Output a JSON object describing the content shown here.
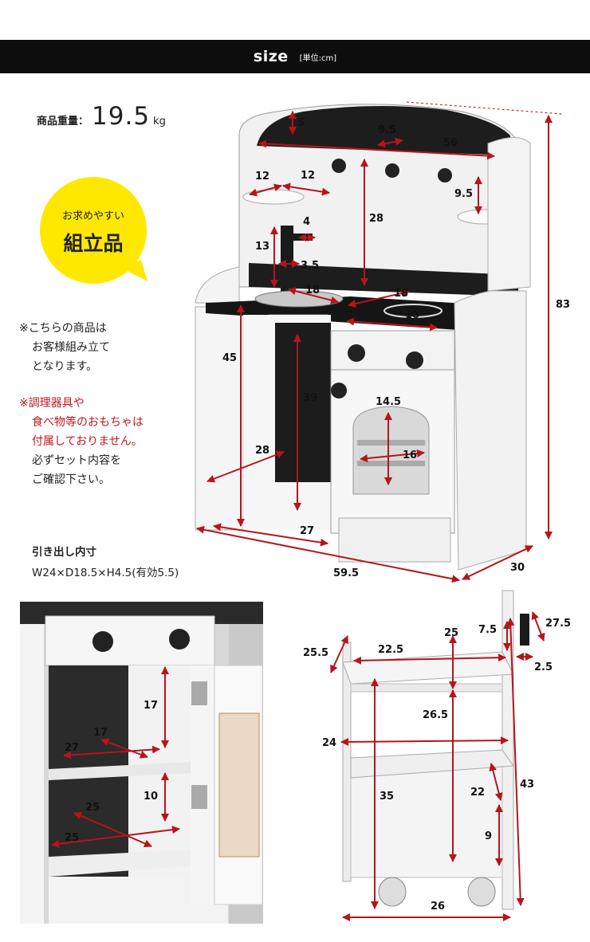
{
  "header": {
    "title": "size",
    "unit": "[単位:cm]"
  },
  "weight": {
    "label": "商品重量：",
    "value": "19.5",
    "unit": "kg"
  },
  "badge": {
    "line1": "お求めやすい",
    "line2": "組立品"
  },
  "note1": [
    "※こちらの商品は",
    "お客様組み立て",
    "となります。"
  ],
  "note2_red": [
    "※調理器具や",
    "食べ物等のおもちゃは",
    "付属しておりません。"
  ],
  "note2_black": [
    "必ずセット内容を",
    "ご確認下さい。"
  ],
  "drawer_spec": {
    "title": "引き出し内寸",
    "dims": "W24×D18.5×H4.5(有効5.5)"
  },
  "main_dims": {
    "d5": "5",
    "d9_5a": "9.5",
    "d56": "56",
    "d12a": "12",
    "d12b": "12",
    "d9_5b": "9.5",
    "d4": "4",
    "d28a": "28",
    "d13": "13",
    "d3_5": "3.5",
    "d18a": "18",
    "d18b": "18",
    "d18c": "18",
    "d45": "45",
    "d39": "39",
    "d14_5": "14.5",
    "d16": "16",
    "d28b": "28",
    "d27": "27",
    "d83": "83",
    "d59_5": "59.5",
    "d30": "30"
  },
  "inner_dims": {
    "d17a": "17",
    "d17b": "17",
    "d27": "27",
    "d10": "10",
    "d25a": "25",
    "d25b": "25"
  },
  "wagon_dims": {
    "d25_5": "25.5",
    "d25": "25",
    "d22_5": "22.5",
    "d7_5": "7.5",
    "d27_5": "27.5",
    "d2_5": "2.5",
    "d26_5": "26.5",
    "d24": "24",
    "d22": "22",
    "d35": "35",
    "d43": "43",
    "d9": "9",
    "d26": "26"
  }
}
